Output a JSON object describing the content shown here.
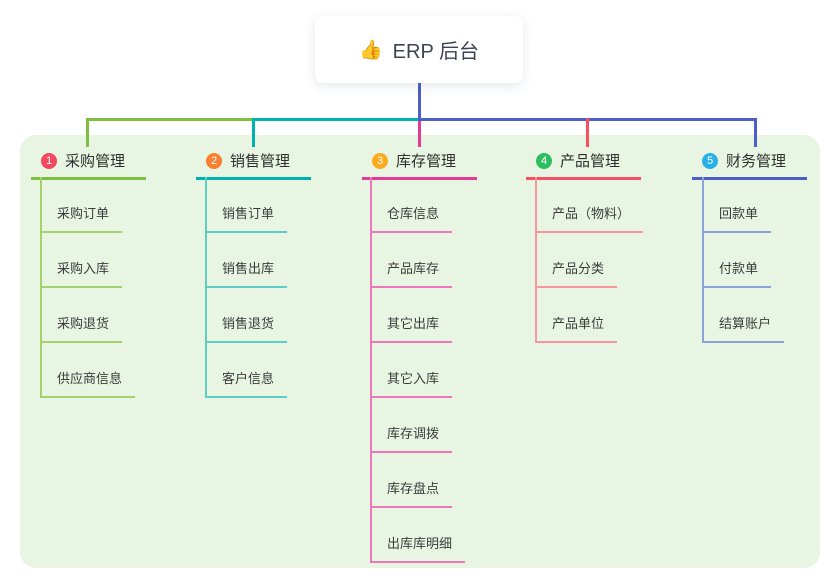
{
  "root": {
    "icon": "👍",
    "label": "ERP 后台"
  },
  "colors": {
    "panel_background": "#e7f5e2",
    "root_connector": "#4a5fc8",
    "branch_1_line": "#7fbf3f",
    "branch_1_child_line": "#a2d16e",
    "branch_1_badge": "#f4485e",
    "branch_2_line": "#00b2ad",
    "branch_2_child_line": "#5fccc6",
    "branch_2_badge": "#f8802e",
    "branch_3_line": "#e23a97",
    "branch_3_child_line": "#ee79ba",
    "branch_3_badge": "#fbab1d",
    "branch_4_line": "#f74f61",
    "branch_4_child_line": "#f9959c",
    "branch_4_badge": "#2ebd5f",
    "branch_5_line": "#4a5fc8",
    "branch_5_child_line": "#8ba3da",
    "branch_5_badge": "#28b1e6"
  },
  "branches": [
    {
      "badge": "1",
      "label": "采购管理",
      "children": [
        "采购订单",
        "采购入库",
        "采购退货",
        "供应商信息"
      ]
    },
    {
      "badge": "2",
      "label": "销售管理",
      "children": [
        "销售订单",
        "销售出库",
        "销售退货",
        "客户信息"
      ]
    },
    {
      "badge": "3",
      "label": "库存管理",
      "children": [
        "仓库信息",
        "产品库存",
        "其它出库",
        "其它入库",
        "库存调拨",
        "库存盘点",
        "出库库明细"
      ]
    },
    {
      "badge": "4",
      "label": "产品管理",
      "children": [
        "产品（物料）",
        "产品分类",
        "产品单位"
      ]
    },
    {
      "badge": "5",
      "label": "财务管理",
      "children": [
        "回款单",
        "付款单",
        "结算账户"
      ]
    }
  ]
}
